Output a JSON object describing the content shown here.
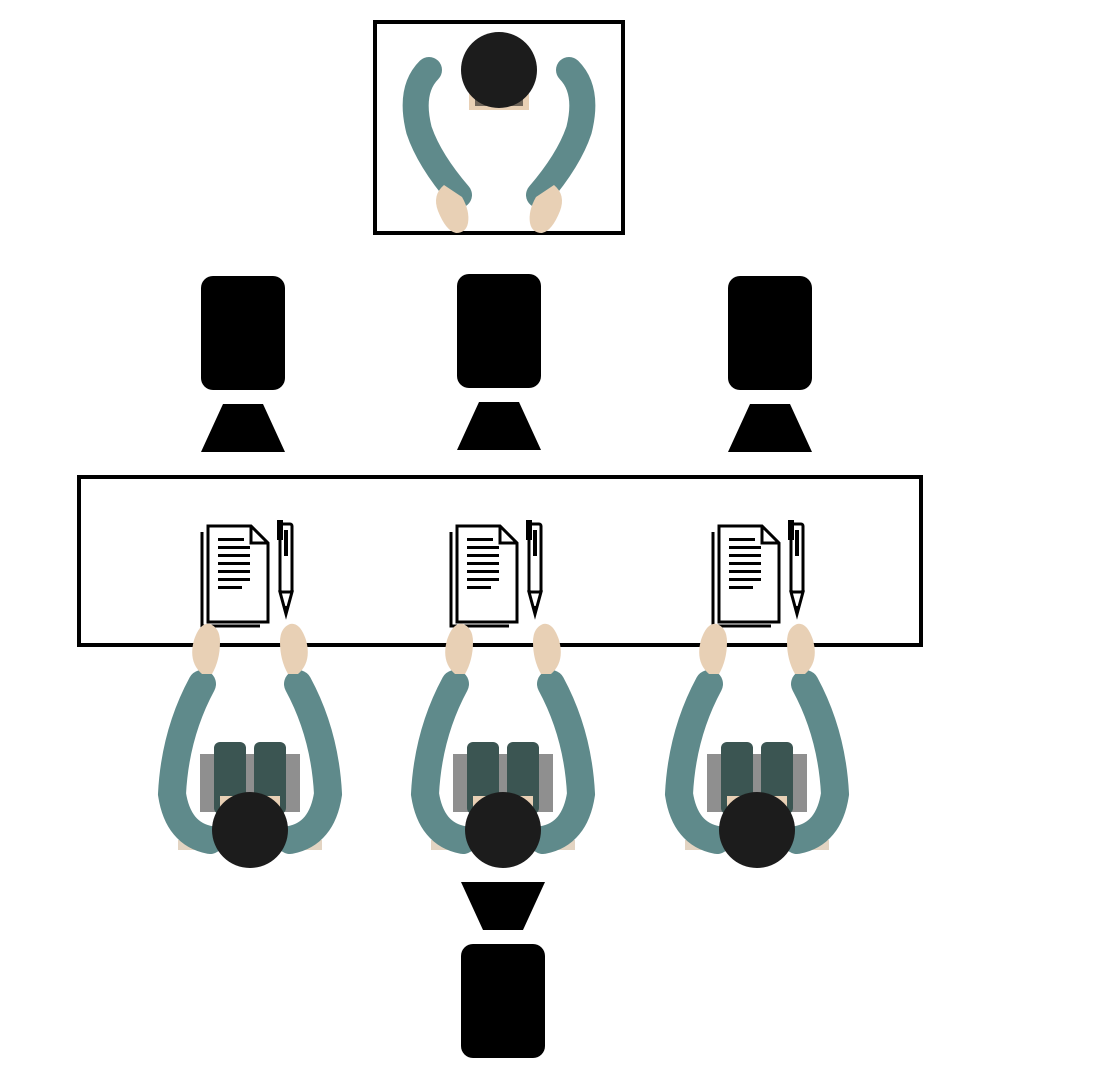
{
  "scene": {
    "description_kind": "top-down seating diagram",
    "colors": {
      "background": "#ffffff",
      "outline": "#000000",
      "sleeve": "#5f8a8b",
      "skin": "#e8d0b5",
      "hair": "#1c1c1c",
      "cushion": "#8f8f8f",
      "jacket_dark": "#3b5552",
      "desk_edge": "#e3d4c2"
    },
    "icons": {
      "presenter": "person-top-view-icon",
      "camera": "camera-icon",
      "document": "document-icon",
      "pen": "pen-icon",
      "participant": "seated-person-top-view-icon"
    },
    "counts": {
      "participants": 3,
      "front_cameras": 3,
      "rear_cameras": 1,
      "document_sets": 3
    }
  }
}
